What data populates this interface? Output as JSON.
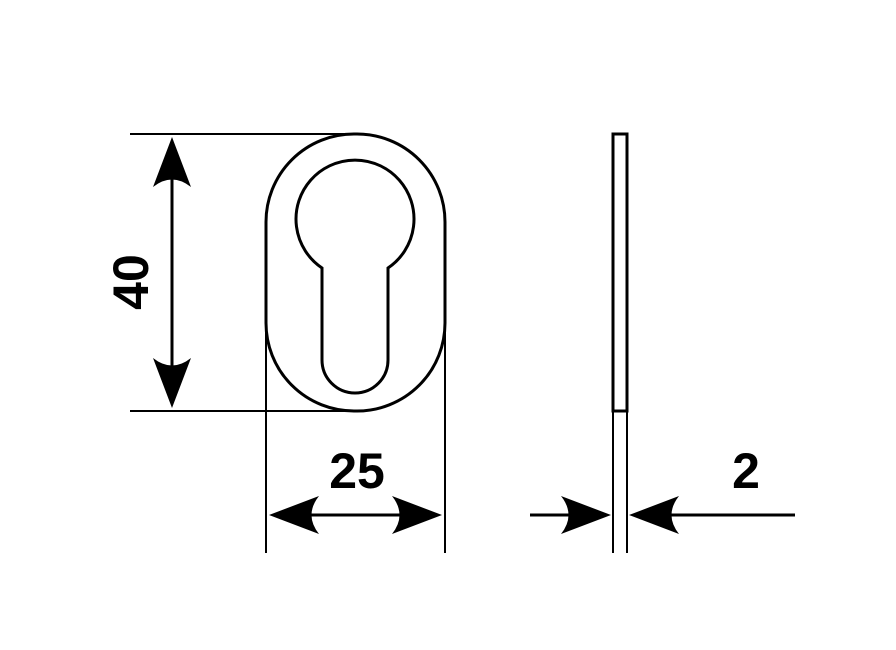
{
  "dimensions": {
    "height": "40",
    "width": "25",
    "thickness": "2"
  },
  "colors": {
    "line": "#000000",
    "background": "#ffffff"
  }
}
